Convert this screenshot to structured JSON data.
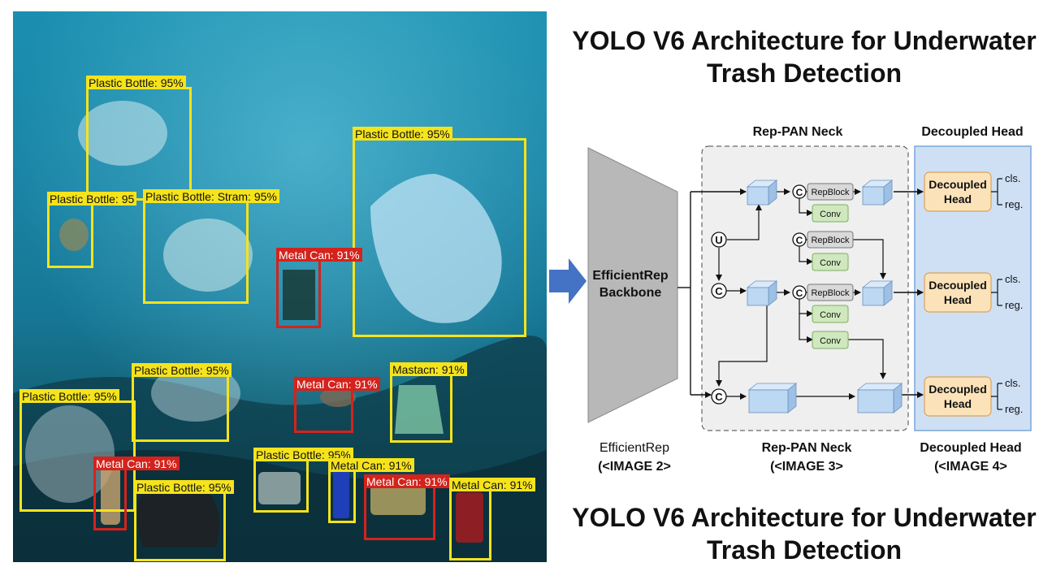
{
  "photo": {
    "detections": [
      {
        "label": "Plastic Bottle: 95%",
        "color": "#f5e31c"
      },
      {
        "label": "Plastic Bottle: 95",
        "color": "#f5e31c"
      },
      {
        "label": "Plastic Bottle: Stram: 95%",
        "color": "#f5e31c"
      },
      {
        "label": "Plastic Bottle: 95%",
        "color": "#f5e31c"
      },
      {
        "label": "Metal Can: 91%",
        "color": "#d4231c"
      },
      {
        "label": "Plastic Bottle: 95%",
        "color": "#f5e31c"
      },
      {
        "label": "Plastic Bottle: 95%",
        "color": "#f5e31c"
      },
      {
        "label": "Metal Can: 91%",
        "color": "#d4231c"
      },
      {
        "label": "Mastacn: 91%",
        "color": "#f5e31c"
      },
      {
        "label": "Metal Can: 91%",
        "color": "#d4231c"
      },
      {
        "label": "Plastic Bottle: 95%",
        "color": "#f5e31c"
      },
      {
        "label": "Plastic Bottle: 95%",
        "color": "#f5e31c"
      },
      {
        "label": "Metal Can: 91%",
        "color": "#f5e31c"
      },
      {
        "label": "Metal Can: 91%",
        "color": "#d4231c"
      },
      {
        "label": "Metal Can: 91%",
        "color": "#f5e31c"
      }
    ]
  },
  "diagram": {
    "title_top": "YOLO V6 Architecture for Underwater Trash Detection",
    "title_bottom": "YOLO V6 Architecture for Underwater Trash Detection",
    "neck_header": "Rep-PAN Neck",
    "head_header": "Decoupled Head",
    "backbone_label_1": "EfficientRep",
    "backbone_label_2": "Backbone",
    "nodes": {
      "upsample": "U",
      "concat": "C"
    },
    "blocks": {
      "repblock": "RepBlock",
      "conv": "Conv"
    },
    "head_block_1": "Decoupled",
    "head_block_2": "Head",
    "outputs": {
      "cls": "cls.",
      "reg": "reg."
    },
    "captions": [
      {
        "name": "EfficientRep",
        "ref": "(<IMAGE 2>"
      },
      {
        "name": "Rep-PAN Neck",
        "ref": "(<IMAGE 3>"
      },
      {
        "name": "Decoupled Head",
        "ref": "(<IMAGE 4>"
      }
    ],
    "colors": {
      "neck_bg": "#efefef",
      "head_bg": "#cfe0f5",
      "head_border": "#7aa6d9",
      "backbone": "#b8b8b8",
      "feature": "#bcd8f3",
      "conv": "#cfe8be",
      "repblock": "#d9d9d9",
      "head_block": "#fbe2b9",
      "arrow": "#4472c4"
    }
  }
}
